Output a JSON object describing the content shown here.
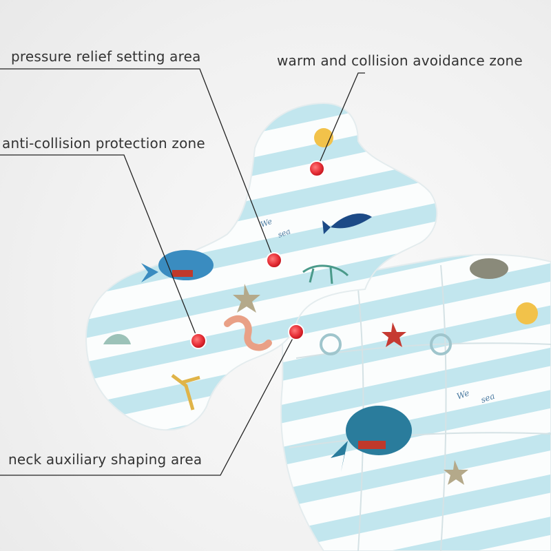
{
  "callouts": [
    {
      "id": "pressure",
      "text": "pressure relief setting area"
    },
    {
      "id": "warm",
      "text": "warm and collision avoidance zone"
    },
    {
      "id": "anti",
      "text": "anti-collision protection zone"
    },
    {
      "id": "neck",
      "text": "neck auxiliary shaping area"
    }
  ],
  "decor_text": [
    "We",
    "sea"
  ],
  "colors": {
    "stripe": "#bfe4ec",
    "pad": "#fbfdfd",
    "marker": "#e8323a",
    "line": "#222222"
  }
}
